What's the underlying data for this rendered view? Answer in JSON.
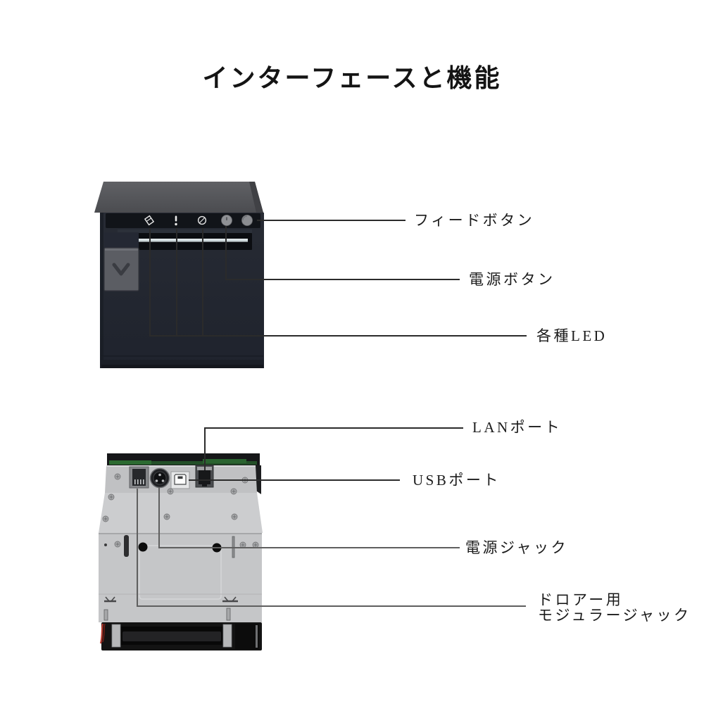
{
  "page": {
    "title": "インターフェースと機能"
  },
  "colors": {
    "background": "#ffffff",
    "printer_body": "#232731",
    "printer_top": "#57585c",
    "chassis_metal": "#c5c6c8",
    "pcb_green": "#2c6a31",
    "paper_line": "#ccd6d9",
    "callout_line": "#2b2b2b",
    "callout_line_light": "#5f5f5f",
    "label_text": "#1b1b1b"
  },
  "front_view": {
    "status_leds": [
      {
        "icon": "paper-out-led-icon"
      },
      {
        "icon": "error-led-icon"
      },
      {
        "icon": "paper-feed-led-icon"
      }
    ],
    "buttons": [
      {
        "icon": "power-button-icon"
      },
      {
        "icon": "feed-button-icon"
      }
    ],
    "callouts": [
      {
        "label": "フィードボタン"
      },
      {
        "label": "電源ボタン"
      },
      {
        "label": "各種LED"
      }
    ]
  },
  "rear_view": {
    "ports": [
      {
        "icon": "drawer-modular-jack-icon"
      },
      {
        "icon": "power-jack-icon"
      },
      {
        "icon": "usb-b-port-icon"
      },
      {
        "icon": "lan-port-icon"
      }
    ],
    "callouts": [
      {
        "label": "LANポート"
      },
      {
        "label": "USBポート"
      },
      {
        "label": "電源ジャック"
      },
      {
        "label_line1": "ドロアー用",
        "label_line2": "モジュラージャック"
      }
    ]
  }
}
